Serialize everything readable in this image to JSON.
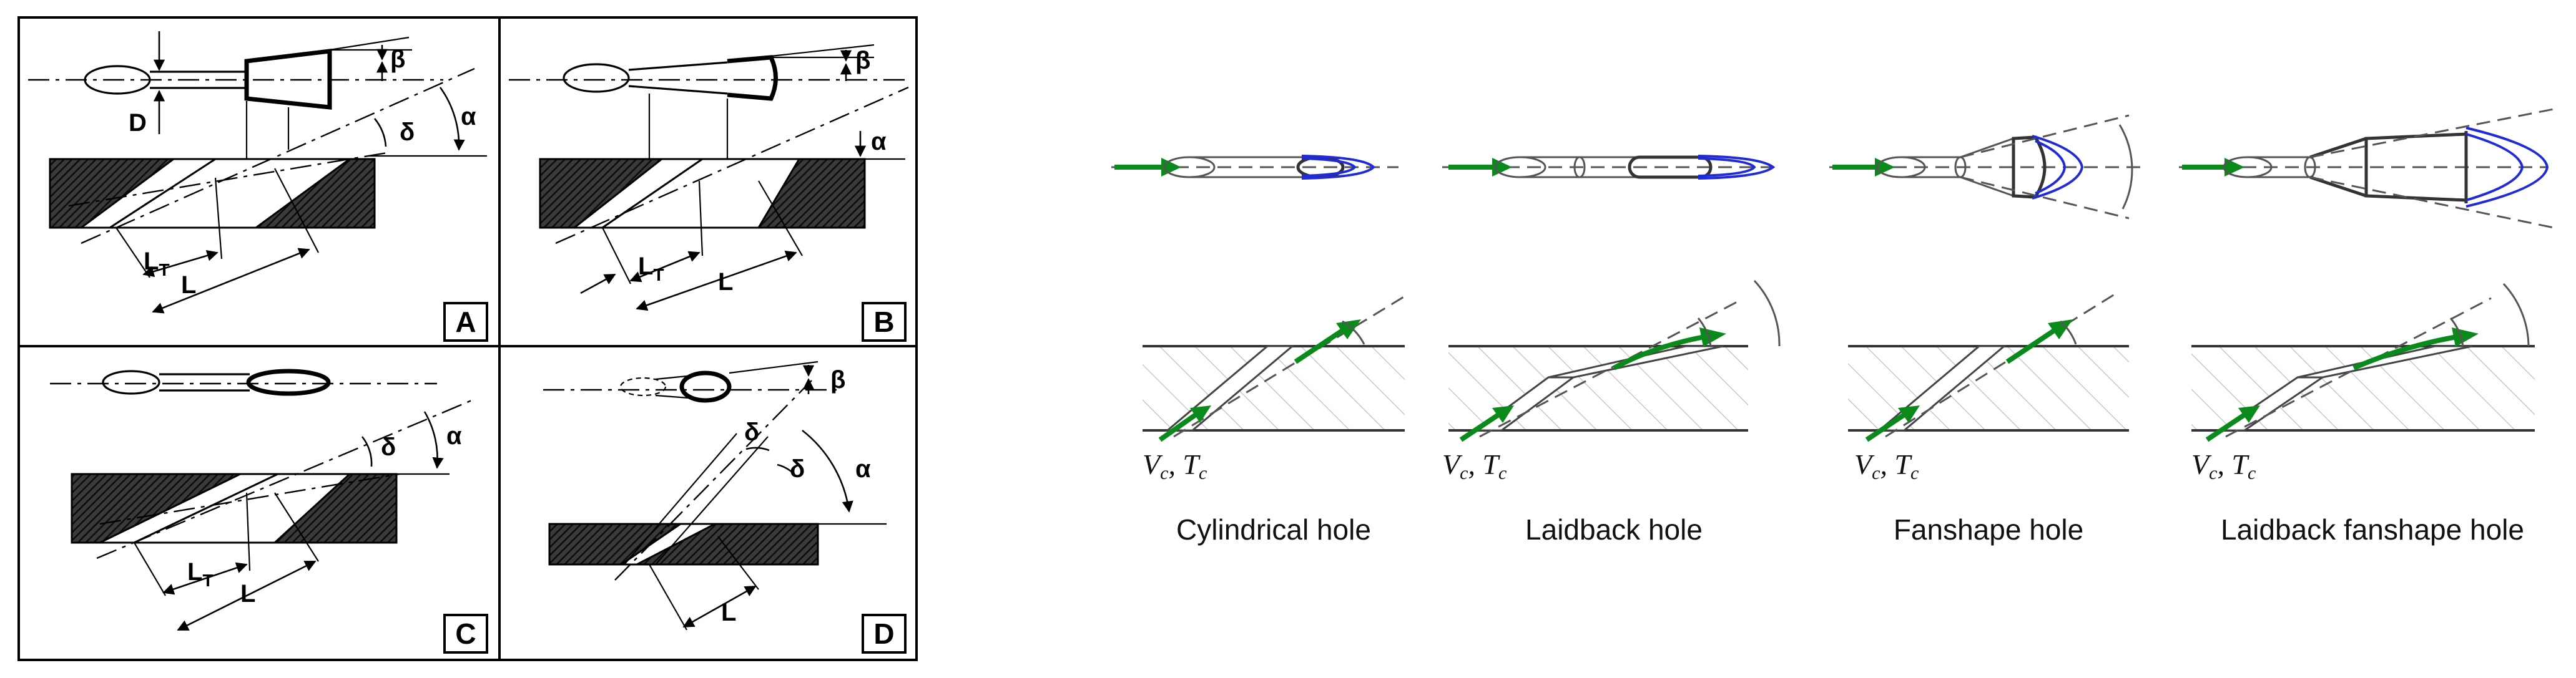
{
  "left_figure": {
    "panels": [
      {
        "id": "A",
        "label": "A"
      },
      {
        "id": "B",
        "label": "B"
      },
      {
        "id": "C",
        "label": "C"
      },
      {
        "id": "D",
        "label": "D"
      }
    ],
    "symbols": {
      "beta": "β",
      "alpha": "α",
      "delta": "δ",
      "diameter": "D",
      "length": "L",
      "length_t_base": "L",
      "length_t_sub": "T"
    }
  },
  "right_figure": {
    "holes": [
      {
        "caption": "Cylindrical hole"
      },
      {
        "caption": "Laidback hole"
      },
      {
        "caption": "Fanshape hole"
      },
      {
        "caption": "Laidback fanshape hole"
      }
    ],
    "flow_label": {
      "v": "V",
      "v_sub": "c",
      "sep": ", ",
      "t": "T",
      "t_sub": "c"
    },
    "colors": {
      "flow_arrow": "#0a8a1a",
      "jet_outline": "#1f2bd6"
    }
  }
}
